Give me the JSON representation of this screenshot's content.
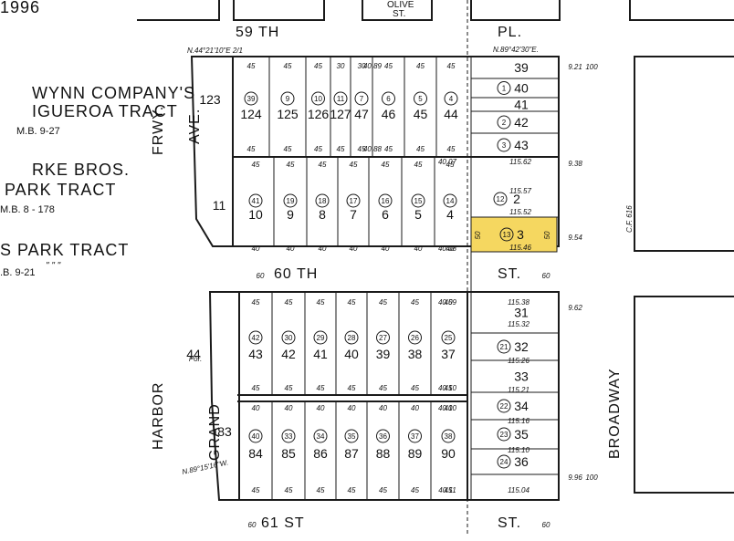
{
  "year": "1996",
  "streets": {
    "top": "59 TH",
    "olive": "OLIVE",
    "olive_st": "ST.",
    "pl": "PL.",
    "sixtieth": "60 TH",
    "sixtieth_st": "ST.",
    "sixtyfirst": "61 ST",
    "sixtyfirst_st": "ST.",
    "harbor": "HARBOR",
    "frwy": "FRWY.",
    "grand": "GRAND",
    "ave": "AVE.",
    "broadway": "BROADWAY"
  },
  "tracts": [
    {
      "line1": "WYNN COMPANY'S",
      "line2": "IGUEROA TRACT",
      "ref": "M.B. 9-27"
    },
    {
      "line1": "RKE BROS.",
      "line2": "PARK TRACT",
      "ref": "M.B. 8 - 178"
    },
    {
      "line1": "S PARK TRACT",
      "line2": "\" \"    \"",
      "ref": ".B. 9-21"
    }
  ],
  "bearing_top": "N.89°42'30\"E.",
  "bearing_bottom": "N.89°15'16\"W.",
  "bearing_left": "N.44°21'10\"E 2/1",
  "cf_label": "C.F. 616",
  "highlight_color": "#f5d760",
  "lots": {
    "row1": [
      "124",
      "125",
      "126",
      "127",
      "47",
      "46",
      "45",
      "44"
    ],
    "row1_circ": [
      "39",
      "9",
      "10",
      "11",
      "7",
      "6",
      "5",
      "4"
    ],
    "row1_left": "123",
    "row2": [
      "10",
      "9",
      "8",
      "7",
      "6",
      "5",
      "4"
    ],
    "row2_circ": [
      "41",
      "19",
      "18",
      "17",
      "16",
      "15",
      "14"
    ],
    "row2_left": "11",
    "row3": [
      "43",
      "42",
      "41",
      "40",
      "39",
      "38",
      "37"
    ],
    "row3_circ": [
      "42",
      "30",
      "29",
      "28",
      "27",
      "26",
      "25"
    ],
    "row3_left": "44",
    "row4": [
      "84",
      "85",
      "86",
      "87",
      "88",
      "89",
      "90"
    ],
    "row4_circ": [
      "40",
      "33",
      "34",
      "35",
      "36",
      "37",
      "38"
    ],
    "row4_left": "83",
    "east_top": [
      "39",
      "40",
      "41",
      "42",
      "43"
    ],
    "east_top_circ": [
      "",
      "1",
      "",
      "2",
      "3"
    ],
    "east_mid": [
      "2",
      "3"
    ],
    "east_mid_circ": [
      "12",
      "13"
    ],
    "east_low": [
      "31",
      "32",
      "33",
      "34",
      "35",
      "36"
    ],
    "east_low_circ": [
      "",
      "21",
      "",
      "22",
      "23",
      "24"
    ]
  },
  "dims": {
    "w45": "45",
    "w40": "40",
    "w30": "30",
    "w50": "50",
    "w60": "60",
    "w100": "100",
    "por": "Por.",
    "d1": "40.89",
    "d2": "40.88",
    "d3": "40.07",
    "d4": "40.08",
    "d5": "40.09",
    "d6": "40.10",
    "d7": "40.11",
    "e1": "115.62",
    "e2": "115.57",
    "e3": "115.52",
    "e4": "115.46",
    "e5": "115.38",
    "e6": "115.32",
    "e7": "115.26",
    "e8": "115.21",
    "e9": "115.16",
    "e10": "115.10",
    "e11": "115.04",
    "r1": "9.21",
    "r2": "9.38",
    "r3": "9.54",
    "r4": "9.62",
    "r5": "9.96"
  }
}
